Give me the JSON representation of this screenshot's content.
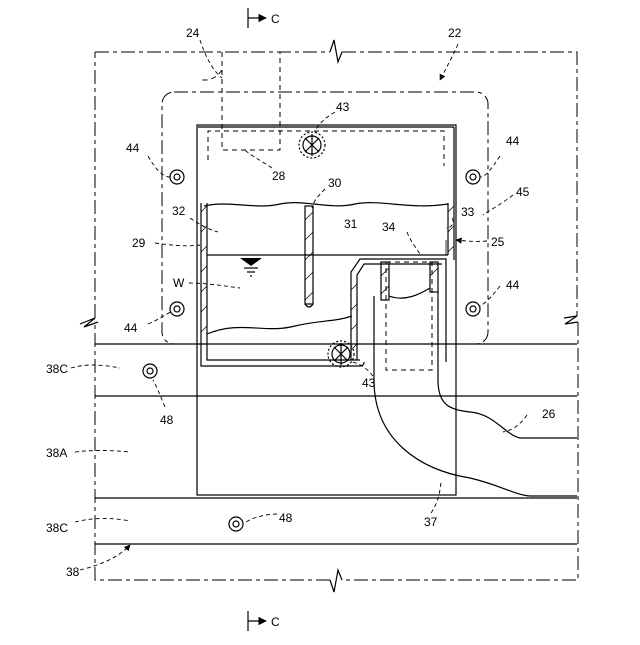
{
  "section": {
    "label": "C"
  },
  "labels": {
    "n22": "22",
    "n24": "24",
    "n43a": "43",
    "n44a": "44",
    "n44b": "44",
    "n28": "28",
    "n30": "30",
    "n32": "32",
    "n31": "31",
    "n34": "34",
    "n33": "33",
    "n45": "45",
    "n29": "29",
    "n25": "25",
    "nW": "W",
    "n44c": "44",
    "n44d": "44",
    "n38Ca": "38C",
    "n43b": "43",
    "n48a": "48",
    "n26": "26",
    "n38A": "38A",
    "n48b": "48",
    "n37": "37",
    "n38Cb": "38C",
    "n38": "38"
  }
}
